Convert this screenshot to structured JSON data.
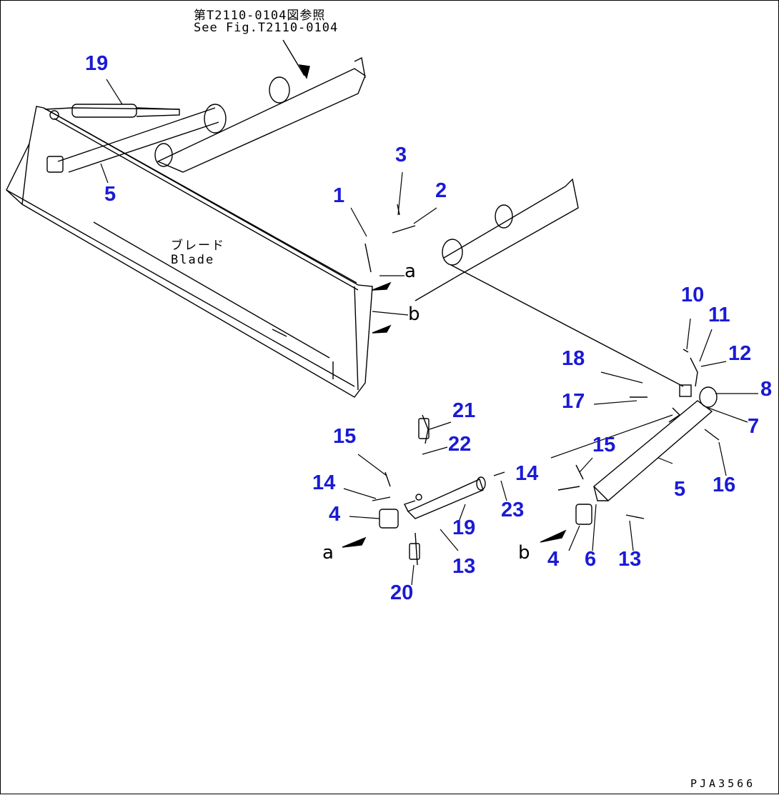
{
  "reference": {
    "line_jp": "第T2110-0104図参照",
    "line_en": "See Fig.T2110-0104"
  },
  "blade_label": {
    "jp": "ブレード",
    "en": "Blade"
  },
  "detail_letters": {
    "a_upper": "a",
    "b_upper": "b",
    "a_lower": "a",
    "b_lower": "b"
  },
  "callouts": [
    {
      "id": "c19a",
      "label": "19"
    },
    {
      "id": "c5a",
      "label": "5"
    },
    {
      "id": "c1",
      "label": "1"
    },
    {
      "id": "c3",
      "label": "3"
    },
    {
      "id": "c2",
      "label": "2"
    },
    {
      "id": "c10",
      "label": "10"
    },
    {
      "id": "c11",
      "label": "11"
    },
    {
      "id": "c12",
      "label": "12"
    },
    {
      "id": "c18",
      "label": "18"
    },
    {
      "id": "c8",
      "label": "8"
    },
    {
      "id": "c17",
      "label": "17"
    },
    {
      "id": "c7",
      "label": "7"
    },
    {
      "id": "c21",
      "label": "21"
    },
    {
      "id": "c22",
      "label": "22"
    },
    {
      "id": "c15a",
      "label": "15"
    },
    {
      "id": "c15b",
      "label": "15"
    },
    {
      "id": "c14a",
      "label": "14"
    },
    {
      "id": "c14b",
      "label": "14"
    },
    {
      "id": "c16",
      "label": "16"
    },
    {
      "id": "c5b",
      "label": "5"
    },
    {
      "id": "c4a",
      "label": "4"
    },
    {
      "id": "c23",
      "label": "23"
    },
    {
      "id": "c19b",
      "label": "19"
    },
    {
      "id": "c13a",
      "label": "13"
    },
    {
      "id": "c13b",
      "label": "13"
    },
    {
      "id": "c4b",
      "label": "4"
    },
    {
      "id": "c6",
      "label": "6"
    },
    {
      "id": "c20",
      "label": "20"
    }
  ],
  "drawing_code": "PJA3566",
  "colors": {
    "callout": "#1a1ad6",
    "line": "#000000"
  }
}
